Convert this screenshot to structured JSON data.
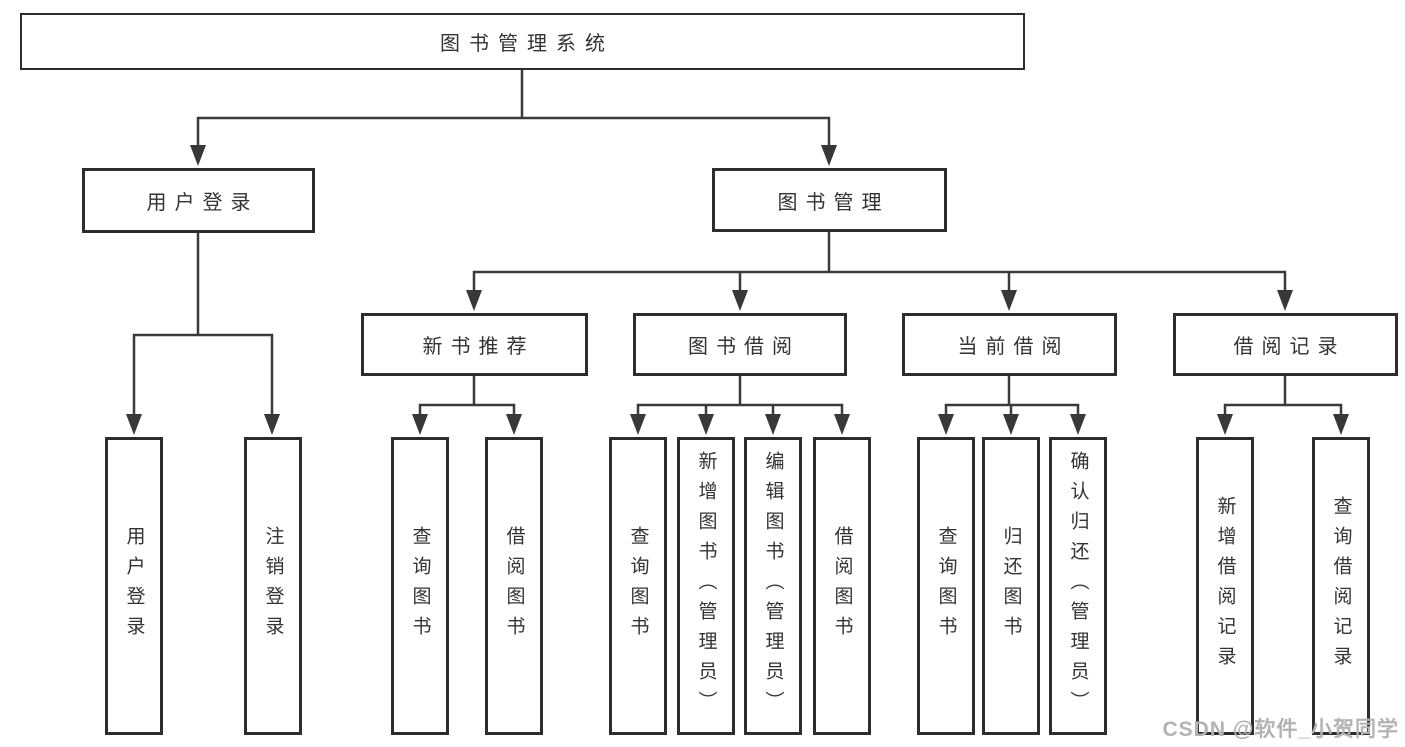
{
  "watermark": "CSDN @软件_小贺同学",
  "colors": {
    "line": "#3a3a3a",
    "box_border": "#2d2d2d",
    "text": "#333333",
    "background": "#ffffff",
    "watermark": "#b3b3b3"
  },
  "tree": {
    "label": "图书管理系统",
    "children": [
      {
        "label": "用户登录",
        "children": [
          {
            "label": "用户登录"
          },
          {
            "label": "注销登录"
          }
        ]
      },
      {
        "label": "图书管理",
        "children": [
          {
            "label": "新书推荐",
            "children": [
              {
                "label": "查询图书"
              },
              {
                "label": "借阅图书"
              }
            ]
          },
          {
            "label": "图书借阅",
            "children": [
              {
                "label": "查询图书"
              },
              {
                "label": "新增图书（管理员）"
              },
              {
                "label": "编辑图书（管理员）"
              },
              {
                "label": "借阅图书"
              }
            ]
          },
          {
            "label": "当前借阅",
            "children": [
              {
                "label": "查询图书"
              },
              {
                "label": "归还图书"
              },
              {
                "label": "确认归还（管理员）"
              }
            ]
          },
          {
            "label": "借阅记录",
            "children": [
              {
                "label": "新增借阅记录"
              },
              {
                "label": "查询借阅记录"
              }
            ]
          }
        ]
      }
    ]
  }
}
